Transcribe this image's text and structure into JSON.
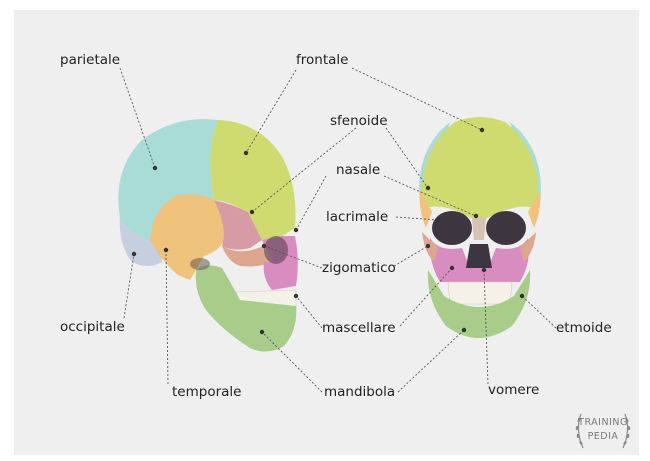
{
  "labels": {
    "parietale": "parietale",
    "frontale": "frontale",
    "sfenoide": "sfenoide",
    "nasale": "nasale",
    "lacrimale": "lacrimale",
    "zigomatico": "zigomatico",
    "occipitale": "occipitale",
    "mascellare": "mascellare",
    "etmoide": "etmoide",
    "temporale": "temporale",
    "mandibola": "mandibola",
    "vomere": "vomere"
  },
  "logo": {
    "line1": "TRAINING",
    "line2": "PEDIA"
  },
  "colors": {
    "parietale": "#a9dcd6",
    "frontale": "#cfdb6f",
    "sfenoide": "#d79ba6",
    "temporale": "#efc37b",
    "zigomatico": "#dca78e",
    "mascellare": "#d98cc0",
    "mandibola": "#a8cc8a",
    "occipitale": "#c6cfe0",
    "lacrimale": "#e0a6a0",
    "teeth": "#f5f1e8",
    "leader": "#555555"
  }
}
